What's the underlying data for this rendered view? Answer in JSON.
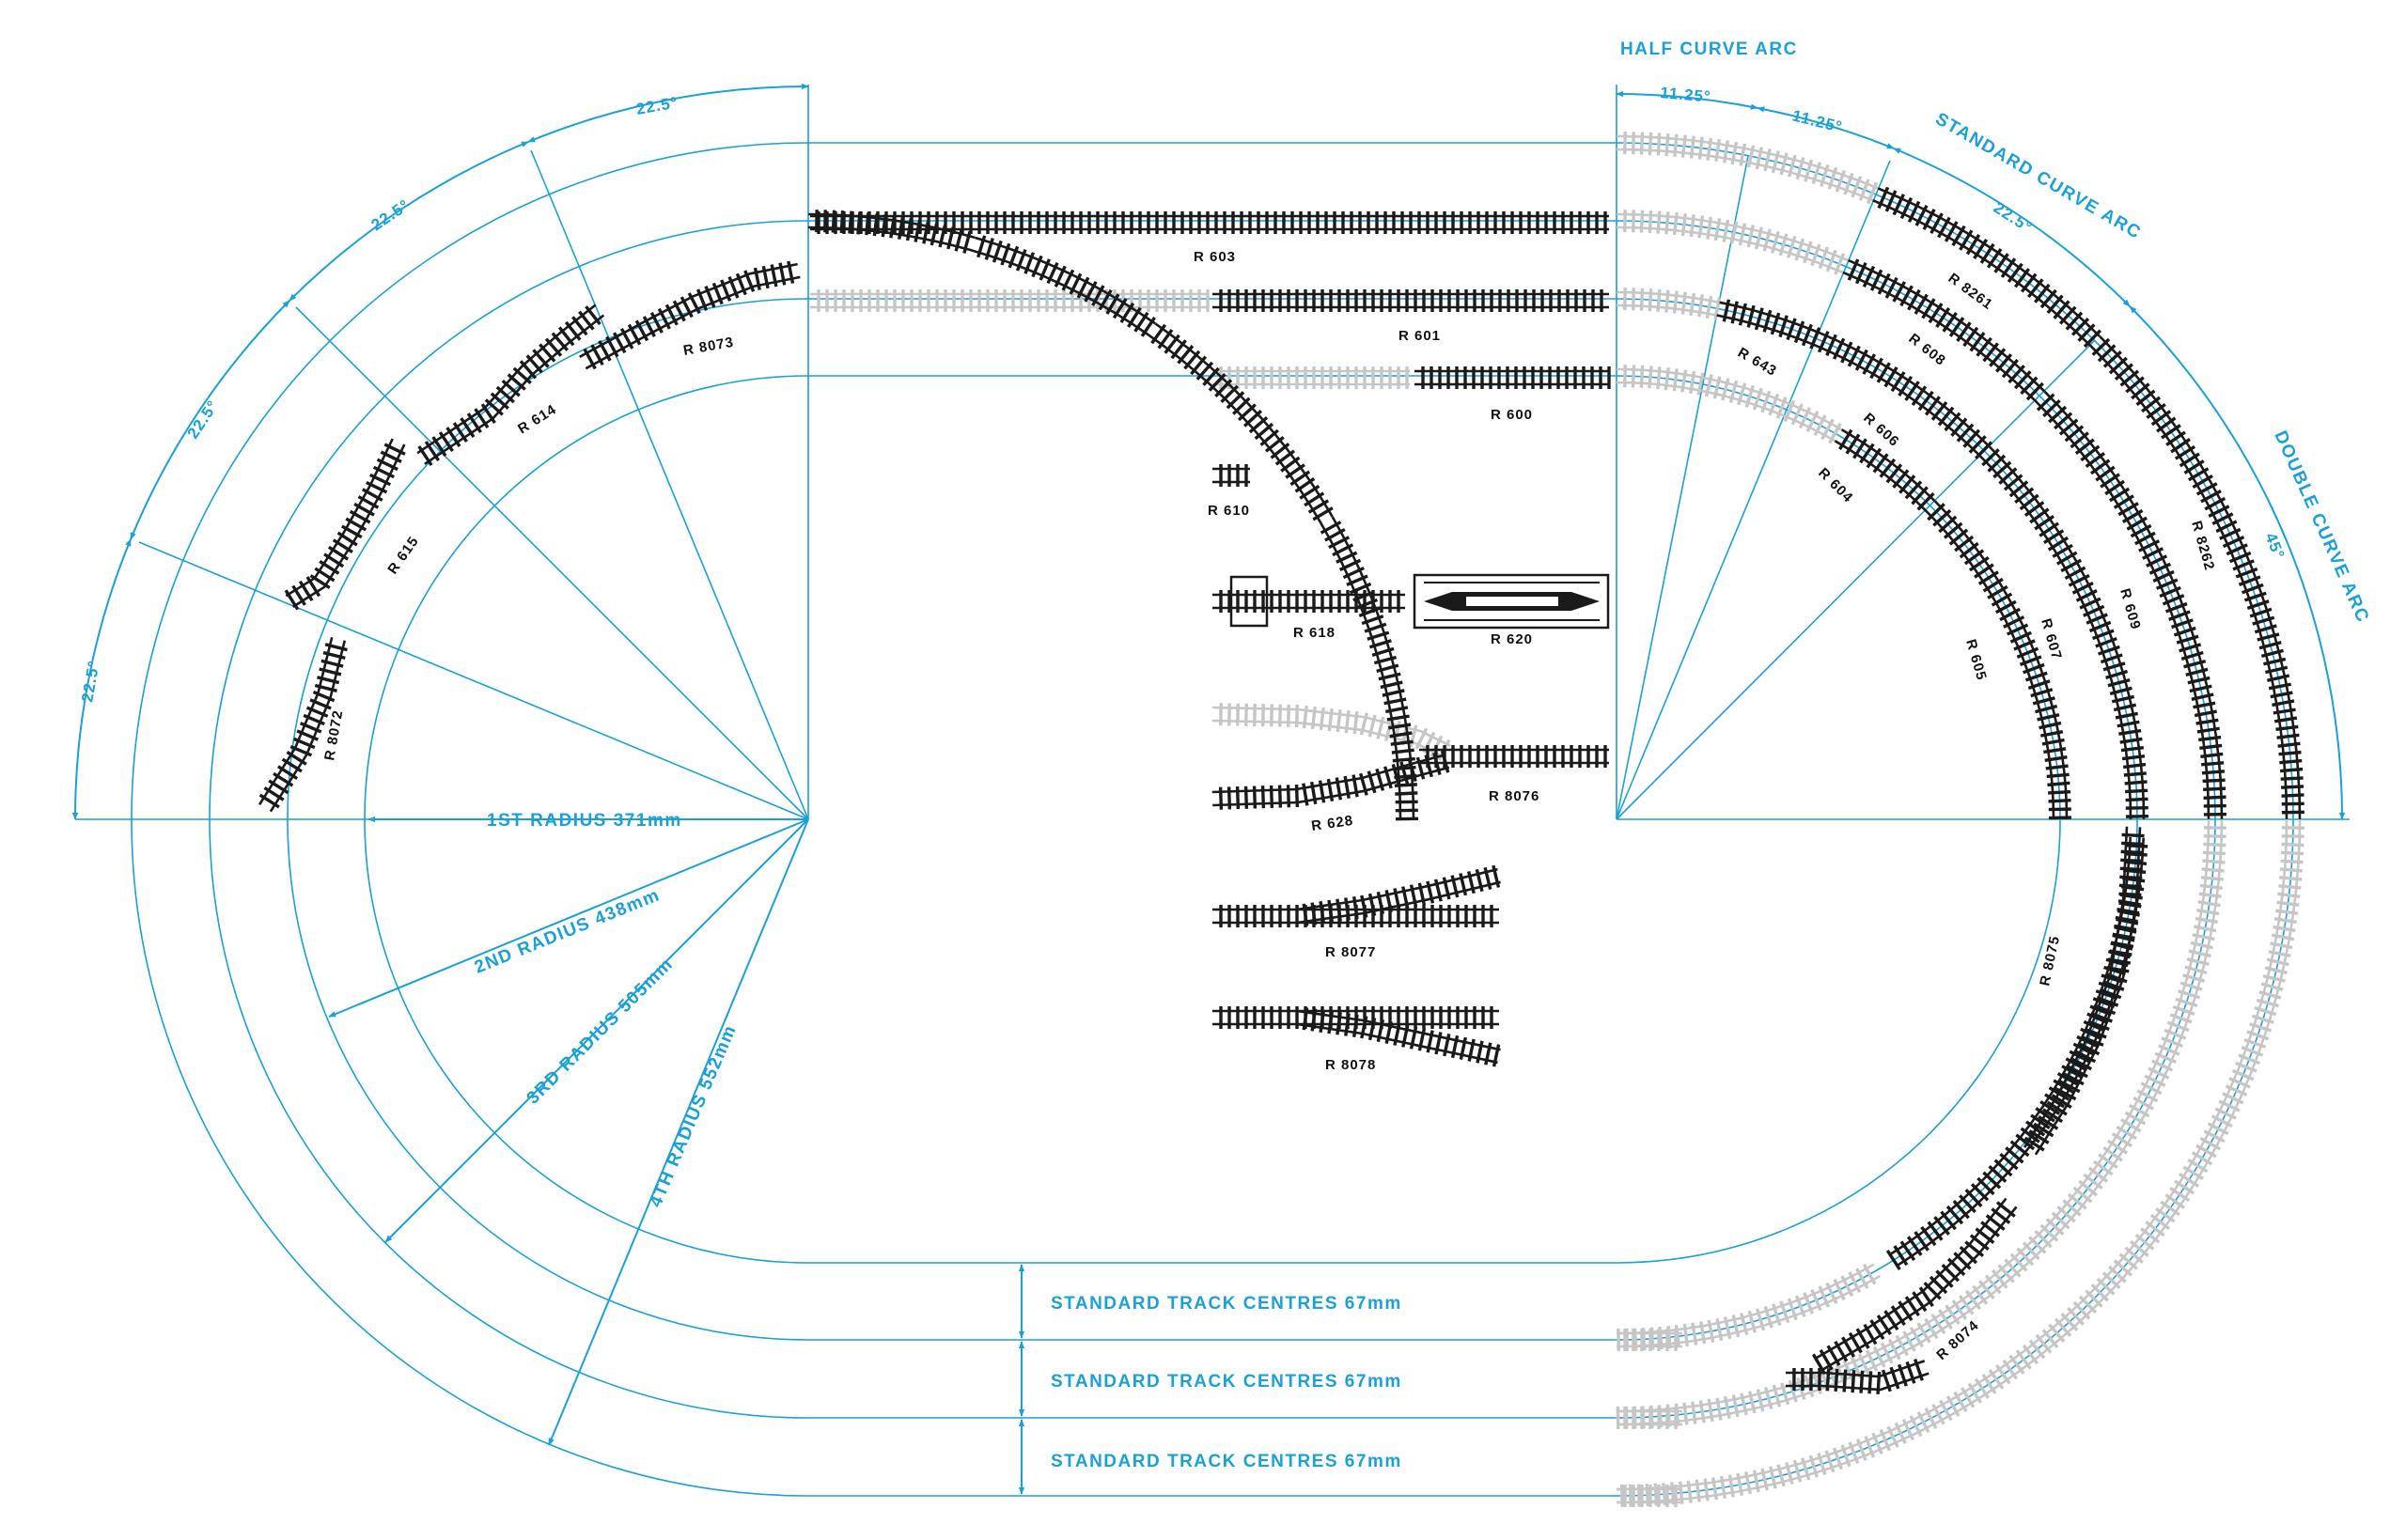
{
  "colors": {
    "guide": "#1ba0d8",
    "track_dark": "#1a1a1a",
    "track_light": "#c6c6c6",
    "background": "#ffffff"
  },
  "arc_headings": {
    "half_curve_arc": "HALF CURVE ARC",
    "standard_curve_arc": "STANDARD CURVE ARC",
    "double_curve_arc": "DOUBLE CURVE ARC"
  },
  "angle_labels": {
    "left": [
      "22.5°",
      "22.5°",
      "22.5°",
      "22.5°"
    ],
    "right_half_a": "11.25°",
    "right_half_b": "11.25°",
    "right_standard": "22.5°",
    "right_double": "45°"
  },
  "radius_labels": [
    "1ST RADIUS 371mm",
    "2ND RADIUS 438mm",
    "3RD RADIUS 505mm",
    "4TH RADIUS 552mm"
  ],
  "track_centres_labels": [
    "STANDARD TRACK CENTRES 67mm",
    "STANDARD TRACK CENTRES 67mm",
    "STANDARD TRACK CENTRES 67mm"
  ],
  "track_pieces": {
    "r603": "R 603",
    "r601": "R 601",
    "r600": "R 600",
    "r610": "R 610",
    "r618": "R 618",
    "r620": "R 620",
    "r628": "R 628",
    "r8076": "R 8076",
    "r8077": "R 8077",
    "r8078": "R 8078",
    "r8073": "R 8073",
    "r614": "R 614",
    "r615": "R 615",
    "r8072": "R 8072",
    "r643": "R 643",
    "r604": "R 604",
    "r606": "R 606",
    "r608": "R 608",
    "r8261": "R 8261",
    "r605": "R 605",
    "r607": "R 607",
    "r609": "R 609",
    "r8262": "R 8262",
    "r8075": "R 8075",
    "r8074": "R 8074"
  }
}
